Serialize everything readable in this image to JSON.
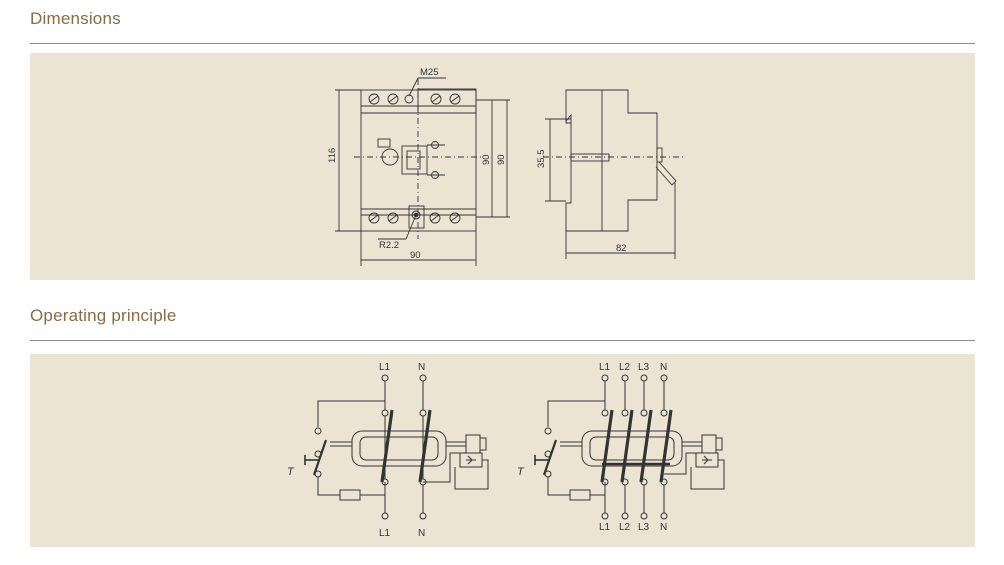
{
  "sections": {
    "dimensions": {
      "title": "Dimensions",
      "front_view": {
        "thread_label": "M25",
        "height_label": "116",
        "inner_height_1": "90",
        "inner_height_2": "90",
        "radius_label": "R2.2",
        "width_label": "90"
      },
      "side_view": {
        "rail_label": "35.5",
        "depth_label": "82"
      }
    },
    "operating_principle": {
      "title": "Operating principle",
      "two_pole": {
        "top_labels": [
          "L1",
          "N"
        ],
        "bottom_labels": [
          "L1",
          "N"
        ],
        "test_label": "T"
      },
      "four_pole": {
        "top_labels": [
          "L1",
          "L2",
          "L3",
          "N"
        ],
        "bottom_labels": [
          "L1",
          "L2",
          "L3",
          "N"
        ],
        "test_label": "T"
      }
    }
  },
  "colors": {
    "title": "#8a6a43",
    "panel": "#ece4d3",
    "line": "#333333"
  }
}
